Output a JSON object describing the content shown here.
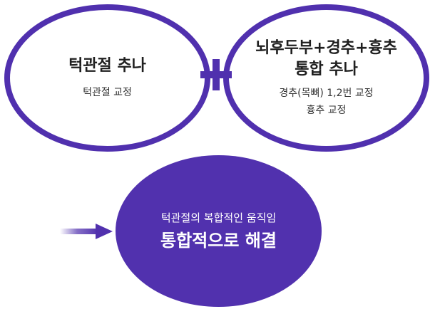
{
  "colors": {
    "primary": "#5131ae",
    "text_dark": "#1f1f1f",
    "text_sub": "#333333",
    "on_primary": "#ffffff"
  },
  "left_circle": {
    "title": "턱관절 추나",
    "subtitle": "턱관절 교정"
  },
  "right_circle": {
    "title_line1": "뇌후두부+경추+흉추",
    "title_line2": "통합 추나",
    "subtitle_line1": "경추(목뼈) 1,2번 교정",
    "subtitle_line2": "흉추 교정"
  },
  "result_circle": {
    "subtitle": "턱관절의 복합적인 움직임",
    "title": "통합적으로 해결"
  },
  "icons": {
    "plus": "plus-icon",
    "arrow": "arrow-right-icon"
  }
}
